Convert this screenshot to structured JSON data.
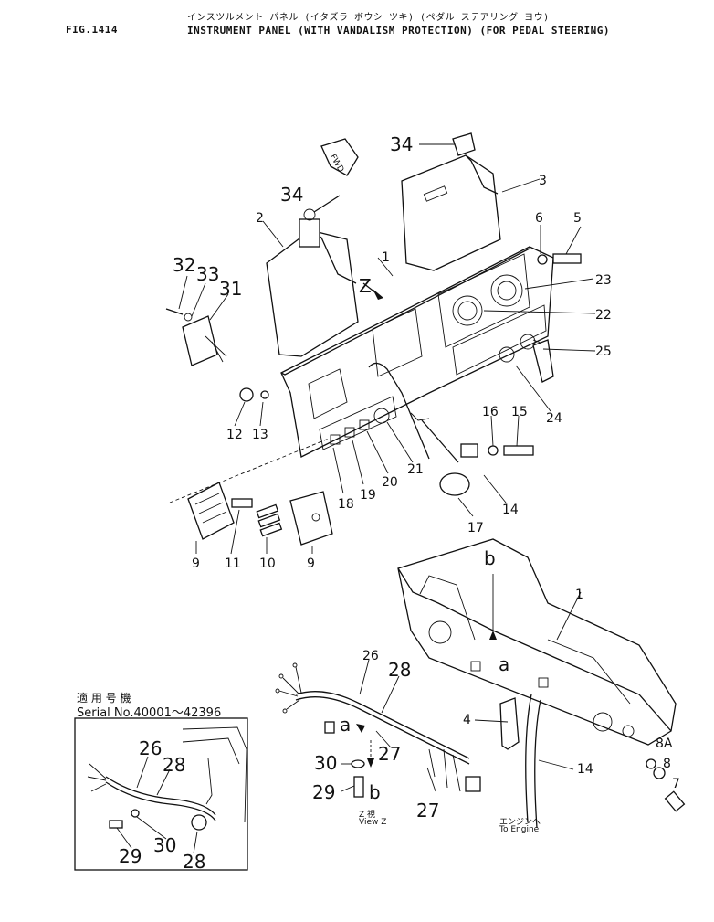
{
  "header": {
    "fig_no": "FIG.1414",
    "title_jp": "インスツルメント パネル (イタズラ ボウシ ツキ) (ペダル ステアリング ヨウ)",
    "title_en": "INSTRUMENT PANEL (WITH VANDALISM PROTECTION) (FOR PEDAL STEERING)"
  },
  "labels": {
    "fwd": "FWD",
    "view_jp": "Z 視",
    "view_en": "View Z",
    "engine_jp": "エンジンへ",
    "engine_en": "To Engine",
    "serial_jp": "適 用 号 機",
    "serial_en": "Serial No.40001～42396"
  },
  "parts": {
    "p1a": "1",
    "p1b": "1",
    "p2": "2",
    "p3": "3",
    "p4": "4",
    "p5": "5",
    "p6": "6",
    "p7": "7",
    "p8": "8",
    "p8a": "8A",
    "p9a": "9",
    "p9b": "9",
    "p10": "10",
    "p11": "11",
    "p12": "12",
    "p13": "13",
    "p14a": "14",
    "p14b": "14",
    "p15": "15",
    "p16": "16",
    "p17": "17",
    "p18": "18",
    "p19": "19",
    "p20": "20",
    "p21": "21",
    "p22": "22",
    "p23": "23",
    "p24": "24",
    "p25": "25",
    "p26a": "26",
    "p26b": "26",
    "p27a": "27",
    "p27b": "27",
    "p28a": "28",
    "p28b": "28",
    "p28c": "28",
    "p29a": "29",
    "p29b": "29",
    "p30a": "30",
    "p30b": "30",
    "p31": "31",
    "p32": "32",
    "p33": "33",
    "p34a": "34",
    "p34b": "34",
    "ra1": "a",
    "ra2": "a",
    "rb1": "b",
    "rb2": "b",
    "rz": "Z"
  }
}
